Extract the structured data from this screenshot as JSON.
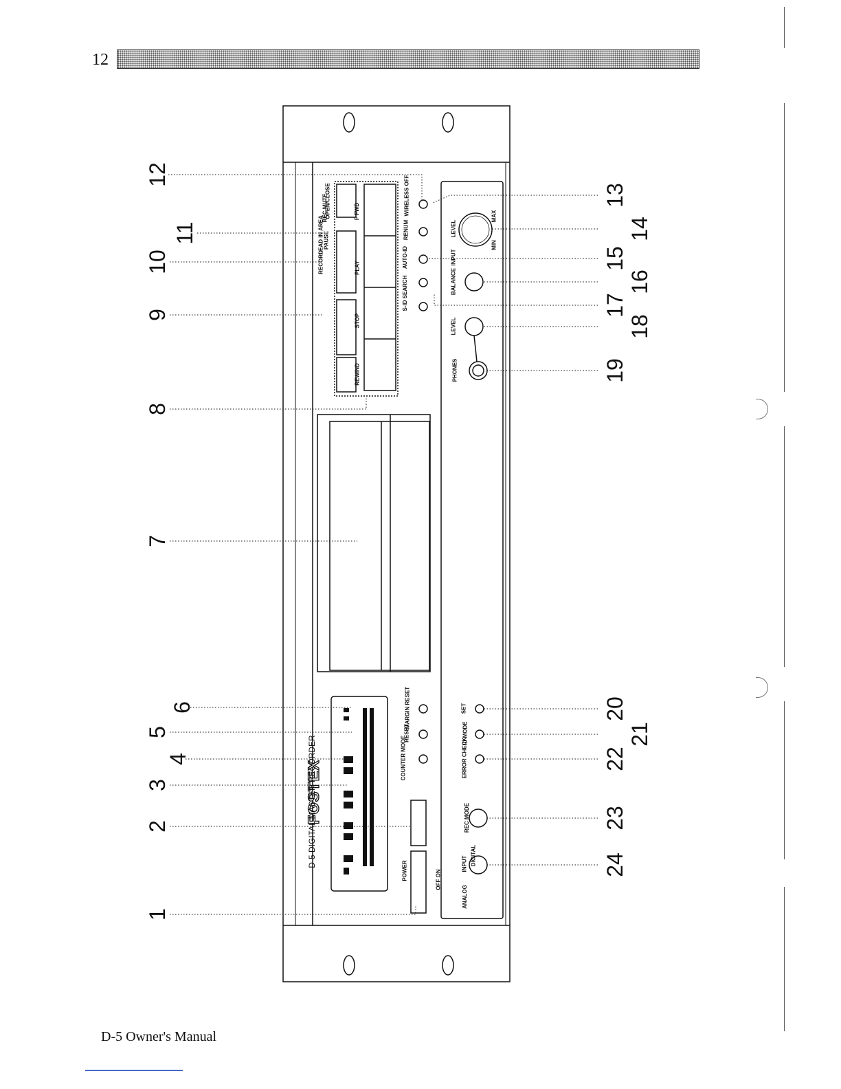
{
  "page": {
    "number": "12",
    "footer": "D-5 Owner's Manual"
  },
  "device": {
    "brand": "FOSTEX",
    "model": "D-5 DIGITAL MASTER RECORDER",
    "labels": {
      "open_close": "OPEN/CLOSE",
      "pause": "PAUSE",
      "record": "RECORD",
      "lead_in_area": "LEAD IN AREA",
      "rec_mute": "REC MUTE",
      "rewind": "REWIND",
      "stop": "STOP",
      "play": "PLAY",
      "f_fwd": "F FWD",
      "wireless_off": "WIRELESS OFF",
      "renum": "RENUM",
      "auto_id": "AUTO-ID",
      "search": "S-ID SEARCH",
      "input": "INPUT",
      "level": "LEVEL",
      "balance": "BALANCE",
      "phones": "PHONES",
      "min": "MIN",
      "max": "MAX",
      "counter_mode": "COUNTER MODE",
      "counter_reset": "RESET",
      "margin_reset": "MARGIN RESET",
      "set": "SET",
      "id_mode": "ID MODE",
      "error_check": "ERROR CHECK",
      "rec_mode": "REC MODE",
      "input_select": "INPUT",
      "power": "POWER",
      "power_states": "OFF ON",
      "analog": "ANALOG",
      "digital": "DIGITAL"
    }
  },
  "callouts": [
    "1",
    "2",
    "3",
    "4",
    "5",
    "6",
    "7",
    "8",
    "9",
    "10",
    "11",
    "12",
    "13",
    "14",
    "15",
    "16",
    "17",
    "18",
    "19",
    "20",
    "21",
    "22",
    "23",
    "24"
  ]
}
